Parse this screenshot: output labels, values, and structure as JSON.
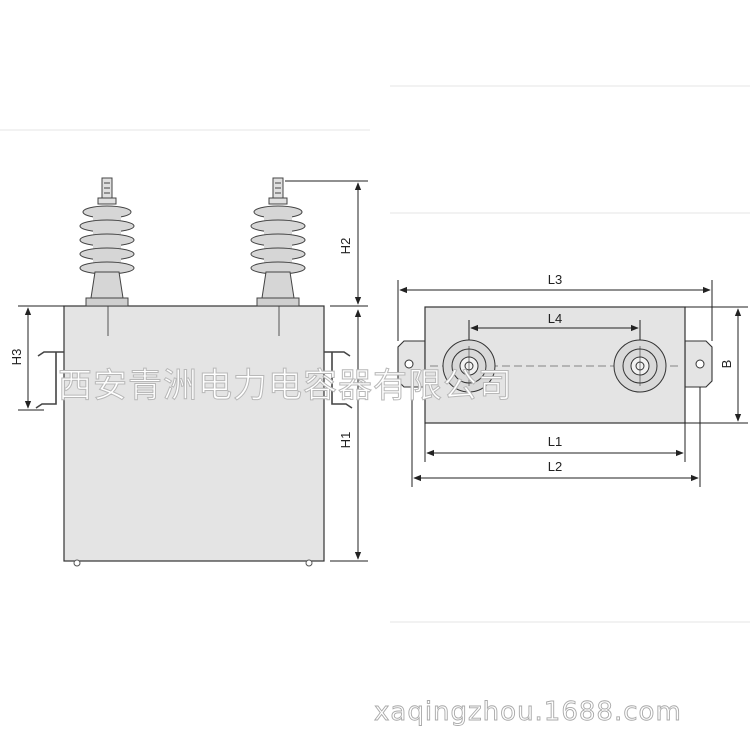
{
  "front_view": {
    "dimensions": {
      "h1": "H1",
      "h2": "H2",
      "h3": "H3"
    }
  },
  "top_view": {
    "dimensions": {
      "l1": "L1",
      "l2": "L2",
      "l3": "L3",
      "l4": "L4",
      "b": "B"
    }
  },
  "watermark": {
    "company": "西安青洲电力电容器有限公司",
    "site": "xaqingzhou.1688.com"
  },
  "colors": {
    "body_fill": "#e4e4e4",
    "outline": "#333333",
    "bushing_fill": "#d6d6d6",
    "background": "#ffffff",
    "dimension_line": "#222222"
  }
}
